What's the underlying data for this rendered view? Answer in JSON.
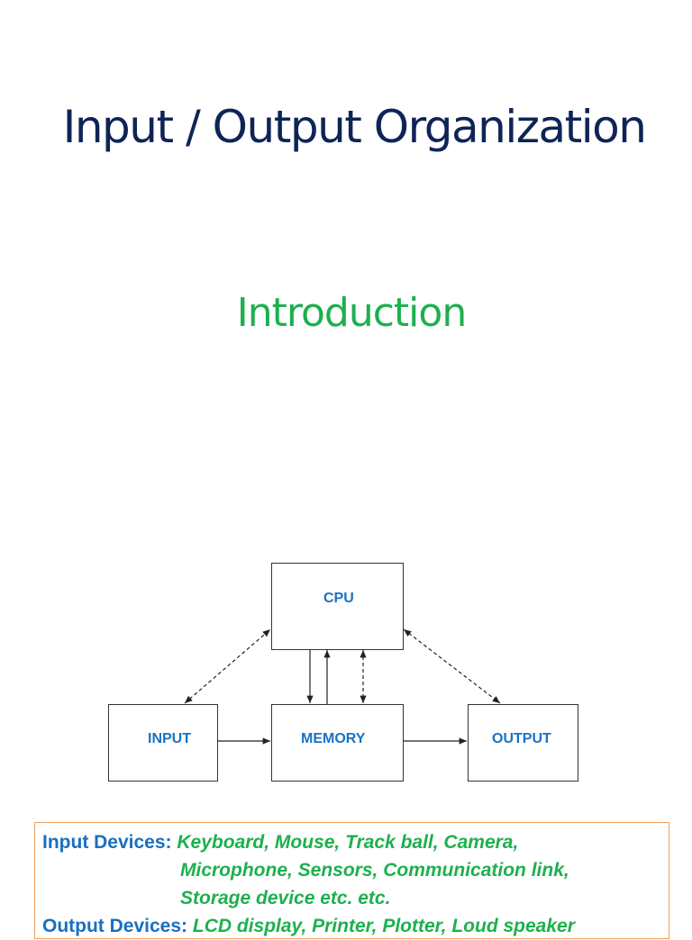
{
  "title": "Input / Output Organization",
  "subtitle": "Introduction",
  "diagram": {
    "cpu": "CPU",
    "input": "INPUT",
    "memory": "MEMORY",
    "output": "OUTPUT"
  },
  "devices": {
    "input_label": "Input Devices:",
    "input_line1": "Keyboard, Mouse, Track ball, Camera,",
    "input_line2": "Microphone, Sensors, Communication link,",
    "input_line3": "Storage device etc. etc.",
    "output_label": "Output Devices:",
    "output_line1": "LCD display, Printer, Plotter, Loud speaker"
  },
  "colors": {
    "title": "#0f2456",
    "subtitle": "#1db04e",
    "label": "#1a6fc0",
    "box_border": "#f0a060"
  }
}
